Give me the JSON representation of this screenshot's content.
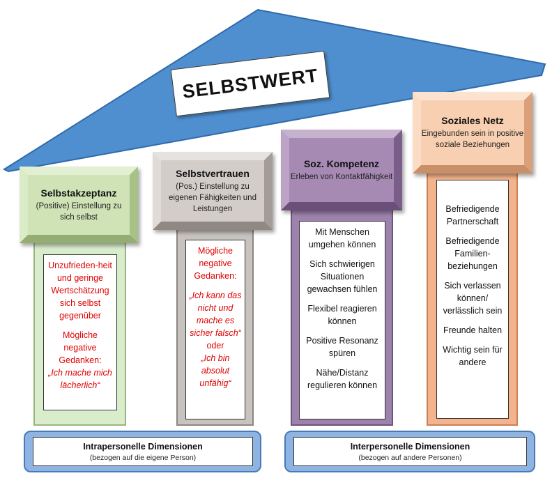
{
  "title": "SELBSTWERT",
  "colors": {
    "roof": "#4f8fd0",
    "negative_text": "#e00000",
    "base": "#8eb4e3"
  },
  "pillars": [
    {
      "heading": "Selbstakzeptanz",
      "sub": "(Positive) Einstellung zu sich selbst",
      "items": [
        "Unzufrieden-heit und geringe Wertschätzung sich selbst gegenüber",
        "Mögliche negative Gedanken:",
        "„Ich mache mich lächerlich“"
      ]
    },
    {
      "heading": "Selbstvertrauen",
      "sub": "(Pos.) Einstellung zu eigenen Fähigkeiten und Leistungen",
      "items": [
        "Mögliche negative Gedanken:",
        "„Ich kann das nicht und mache es sicher falsch“",
        "oder",
        "„Ich bin absolut unfähig“"
      ]
    },
    {
      "heading": "Soz. Kompetenz",
      "sub": "Erleben von Kontaktfähigkeit",
      "items": [
        "Mit Menschen umgehen können",
        "Sich schwierigen Situationen gewachsen fühlen",
        "Flexibel reagieren können",
        "Positive Resonanz spüren",
        "Nähe/Distanz regulieren können"
      ]
    },
    {
      "heading": "Soziales Netz",
      "sub": "Eingebunden sein in positive soziale Beziehungen",
      "items": [
        "Befriedigende Partnerschaft",
        "Befriedigende Familien-beziehungen",
        "Sich verlassen können/ verlässlich sein",
        "Freunde halten",
        "Wichtig sein für andere"
      ]
    }
  ],
  "bases": [
    {
      "heading": "Intrapersonelle Dimensionen",
      "sub": "(bezogen auf die eigene Person)"
    },
    {
      "heading": "Interpersonelle Dimensionen",
      "sub": "(bezogen auf andere Personen)"
    }
  ]
}
